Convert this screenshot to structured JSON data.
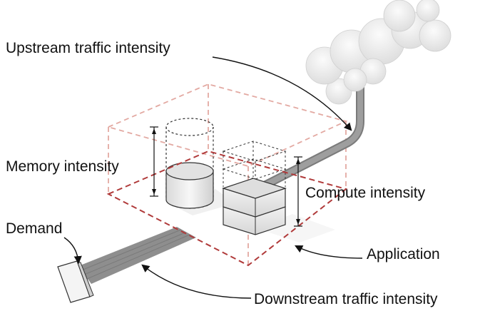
{
  "labels": {
    "upstream": "Upstream traffic intensity",
    "memory": "Memory intensity",
    "compute": "Compute intensity",
    "demand": "Demand",
    "application": "Application",
    "downstream": "Downstream traffic intensity"
  },
  "colors": {
    "application_box_top": "#e8b0a8",
    "application_box_base": "#b03a3a",
    "pipe": "#8e8e8e",
    "cloud": "#e6e6e6",
    "arrow": "#111111"
  },
  "icons": {
    "cloud": "cloud-icon",
    "memory": "cylinder-memory-icon",
    "compute": "stacked-blocks-compute-icon",
    "demand": "terminal-device-icon"
  },
  "memory_fill_level": 0.5,
  "compute_stack": {
    "filled_blocks": 2,
    "total_blocks": 4
  }
}
